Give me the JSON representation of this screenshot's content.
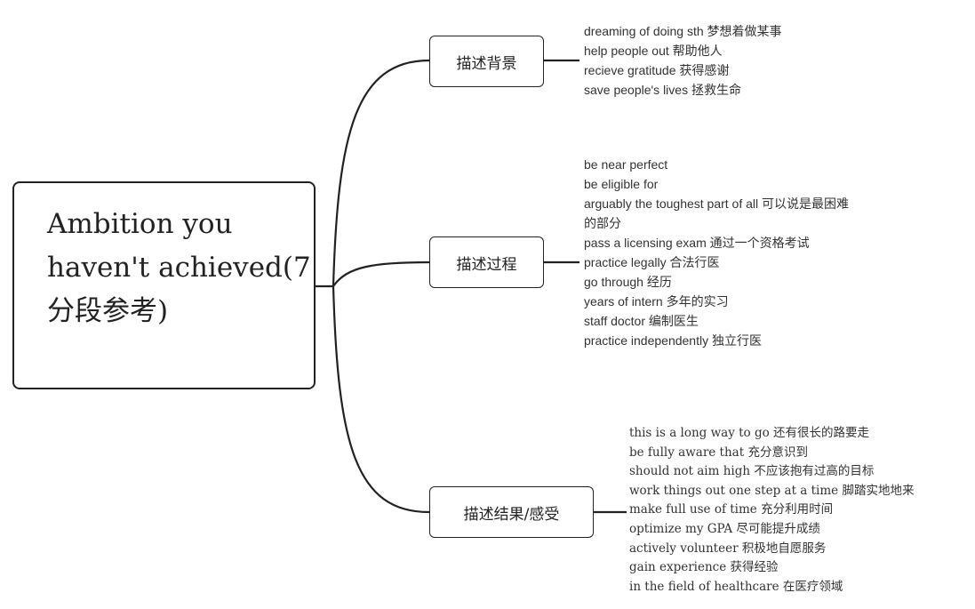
{
  "root": {
    "title": "Ambition you haven't achieved(7分段参考)"
  },
  "branches": [
    {
      "label": "描述背景",
      "items": [
        "dreaming of doing sth 梦想着做某事",
        "help people out 帮助他人",
        "recieve gratitude 获得感谢",
        "save people's lives 拯救生命"
      ]
    },
    {
      "label": "描述过程",
      "items": [
        "be near perfect",
        "be eligible for",
        "arguably the toughest part of all 可以说是最困难",
        "的部分",
        "pass a licensing exam 通过一个资格考试",
        "practice legally 合法行医",
        "go through 经历",
        "years of intern 多年的实习",
        "staff doctor 编制医生",
        "practice independently 独立行医"
      ]
    },
    {
      "label": "描述结果/感受",
      "items": [
        "this is a long way to go 还有很长的路要走",
        "be fully aware that 充分意识到",
        "should not aim high 不应该抱有过高的目标",
        "work things out one step at a time 脚踏实地地来",
        "make full use of time 充分利用时间",
        "optimize my GPA 尽可能提升成绩",
        "actively volunteer 积极地自愿服务",
        "gain experience 获得经验",
        "in the field of healthcare 在医疗领域"
      ]
    }
  ]
}
